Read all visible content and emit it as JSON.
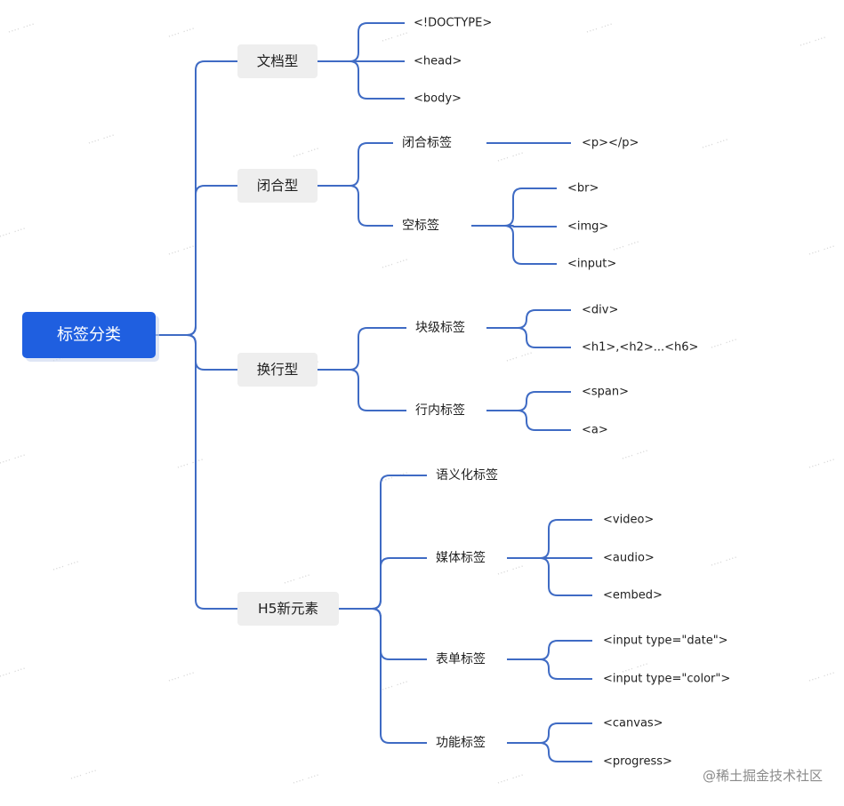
{
  "root": "标签分类",
  "branches": [
    {
      "label": "文档型",
      "children": [
        {
          "label": "<!DOCTYPE>"
        },
        {
          "label": "<head>"
        },
        {
          "label": "<body>"
        }
      ]
    },
    {
      "label": "闭合型",
      "children": [
        {
          "label": "闭合标签",
          "children": [
            {
              "label": "<p></p>"
            }
          ]
        },
        {
          "label": "空标签",
          "children": [
            {
              "label": "<br>"
            },
            {
              "label": "<img>"
            },
            {
              "label": "<input>"
            }
          ]
        }
      ]
    },
    {
      "label": "换行型",
      "children": [
        {
          "label": "块级标签",
          "children": [
            {
              "label": "<div>"
            },
            {
              "label": "<h1>,<h2>...<h6>"
            }
          ]
        },
        {
          "label": "行内标签",
          "children": [
            {
              "label": "<span>"
            },
            {
              "label": "<a>"
            }
          ]
        }
      ]
    },
    {
      "label": "H5新元素",
      "children": [
        {
          "label": "语义化标签"
        },
        {
          "label": "媒体标签",
          "children": [
            {
              "label": "<video>"
            },
            {
              "label": "<audio>"
            },
            {
              "label": "<embed>"
            }
          ]
        },
        {
          "label": "表单标签",
          "children": [
            {
              "label": "<input type=\"date\">"
            },
            {
              "label": "<input type=\"color\">"
            }
          ]
        },
        {
          "label": "功能标签",
          "children": [
            {
              "label": "<canvas>"
            },
            {
              "label": "<progress>"
            }
          ]
        }
      ]
    }
  ],
  "watermark": "@稀土掘金技术社区",
  "colors": {
    "root_fill": "#1f5fe0",
    "branch_fill": "#eeeeee",
    "line": "#3f6bc4"
  }
}
